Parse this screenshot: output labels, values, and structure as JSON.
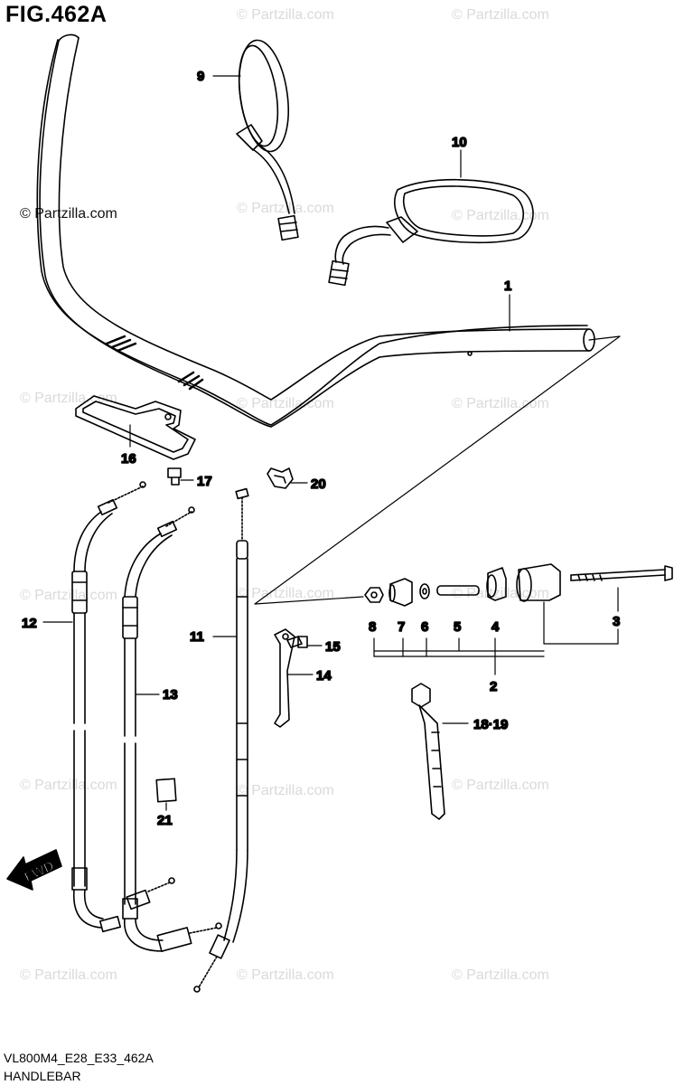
{
  "figure": {
    "title": "FIG.462A",
    "code": "VL800M4_E28_E33_462A",
    "caption": "HANDLEBAR"
  },
  "watermark": {
    "text": "© Partzilla.com",
    "dark_text": "© Partzilla.com"
  },
  "fwd_label": "FWD",
  "callouts": [
    {
      "id": "1",
      "label": "1"
    },
    {
      "id": "2",
      "label": "2"
    },
    {
      "id": "3",
      "label": "3"
    },
    {
      "id": "4",
      "label": "4"
    },
    {
      "id": "5",
      "label": "5"
    },
    {
      "id": "6",
      "label": "6"
    },
    {
      "id": "7",
      "label": "7"
    },
    {
      "id": "8",
      "label": "8"
    },
    {
      "id": "9",
      "label": "9"
    },
    {
      "id": "10",
      "label": "10"
    },
    {
      "id": "11",
      "label": "11"
    },
    {
      "id": "12",
      "label": "12"
    },
    {
      "id": "13",
      "label": "13"
    },
    {
      "id": "14",
      "label": "14"
    },
    {
      "id": "15",
      "label": "15"
    },
    {
      "id": "16",
      "label": "16"
    },
    {
      "id": "17",
      "label": "17"
    },
    {
      "id": "18-19",
      "label": "18·19"
    },
    {
      "id": "20",
      "label": "20"
    },
    {
      "id": "21",
      "label": "21"
    }
  ]
}
